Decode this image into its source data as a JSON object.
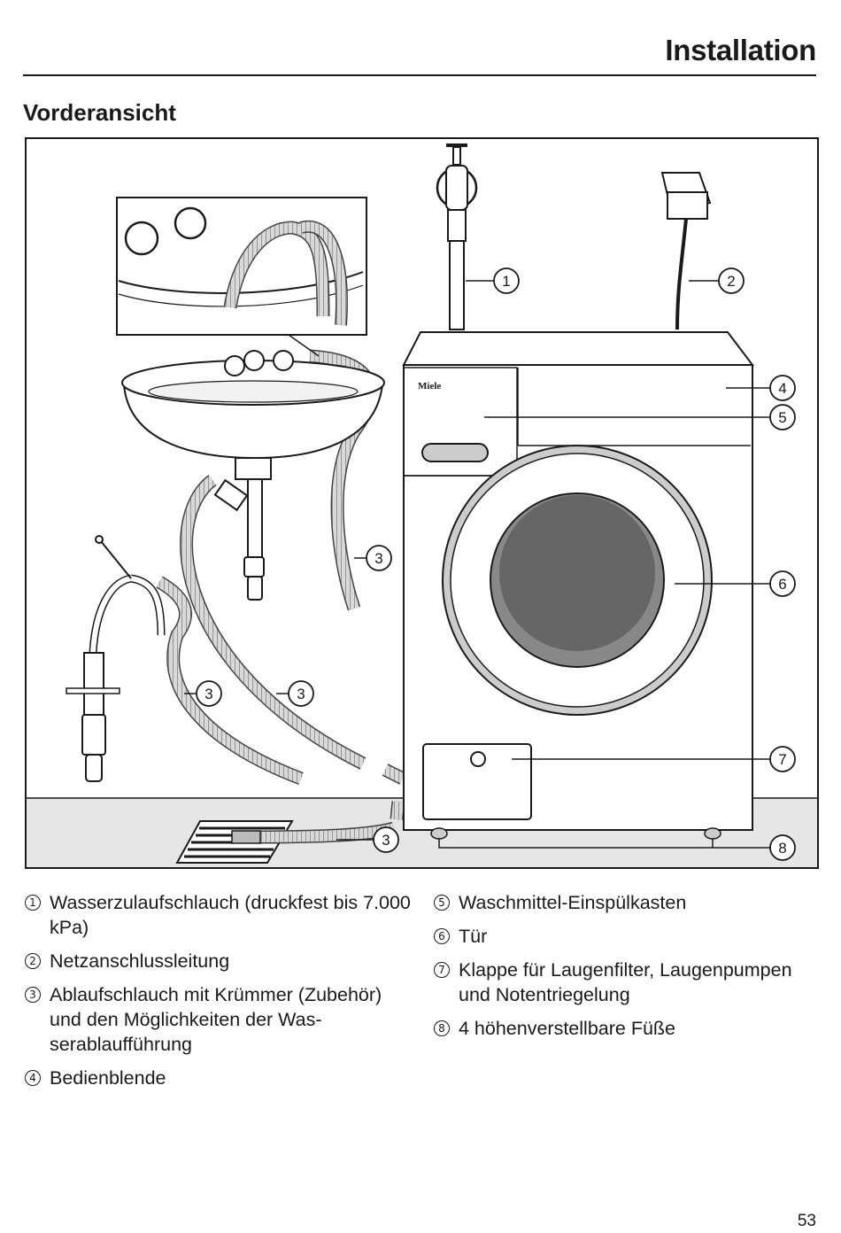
{
  "header": {
    "title": "Installation"
  },
  "section": {
    "title": "Vorderansicht"
  },
  "figure": {
    "brand": "Miele",
    "callouts": [
      "1",
      "2",
      "3",
      "4",
      "5",
      "6",
      "7",
      "8"
    ]
  },
  "legend": {
    "items": [
      {
        "num": "1",
        "text": "Wasserzulaufschlauch (druckfest bis 7.000 kPa)"
      },
      {
        "num": "2",
        "text": "Netzanschlussleitung"
      },
      {
        "num": "3",
        "text": "Ablaufschlauch mit Krümmer (Zube­hör) und den Möglichkeiten der Was­serablaufführung"
      },
      {
        "num": "4",
        "text": "Bedienblende"
      },
      {
        "num": "5",
        "text": "Waschmittel-Einspülkasten"
      },
      {
        "num": "6",
        "text": "Tür"
      },
      {
        "num": "7",
        "text": "Klappe für Laugenfilter, Laugenpum­pen und Notentriegelung"
      },
      {
        "num": "8",
        "text": "4 höhenverstellbare Füße"
      }
    ]
  },
  "page": {
    "number": "53"
  }
}
